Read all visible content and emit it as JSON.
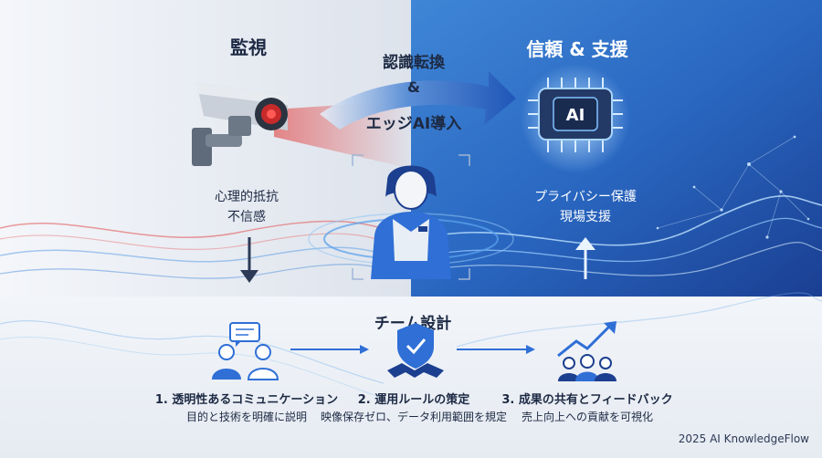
{
  "top": {
    "left_heading": "監視",
    "left_caption_line1": "心理的抵抗",
    "left_caption_line2": "不信感",
    "arrow_line1": "認識転換",
    "arrow_line2": "&",
    "arrow_line3": "エッジAI導入",
    "right_heading": "信頼 & 支援",
    "chip_label": "AI",
    "right_caption_line1": "プライバシー保護",
    "right_caption_line2": "現場支援"
  },
  "team": {
    "heading": "チーム設計",
    "steps": [
      {
        "title": "1. 透明性あるコミュニケーション",
        "desc": "目的と技術を明確に説明",
        "icon": "people-chat-icon"
      },
      {
        "title": "2. 運用ルールの策定",
        "desc": "映像保存ゼロ、データ利用範囲を規定",
        "icon": "handshake-shield-icon"
      },
      {
        "title": "3. 成果の共有とフィードバック",
        "desc": "売上向上への貢献を可視化",
        "icon": "growth-team-icon"
      }
    ]
  },
  "footer": {
    "credit": "2025 AI KnowledgeFlow"
  },
  "colors": {
    "dark_blue": "#1d3f8f",
    "accent_blue": "#2f6fd6",
    "warning_red": "#e0312f",
    "text_dark": "#1d2a44"
  }
}
